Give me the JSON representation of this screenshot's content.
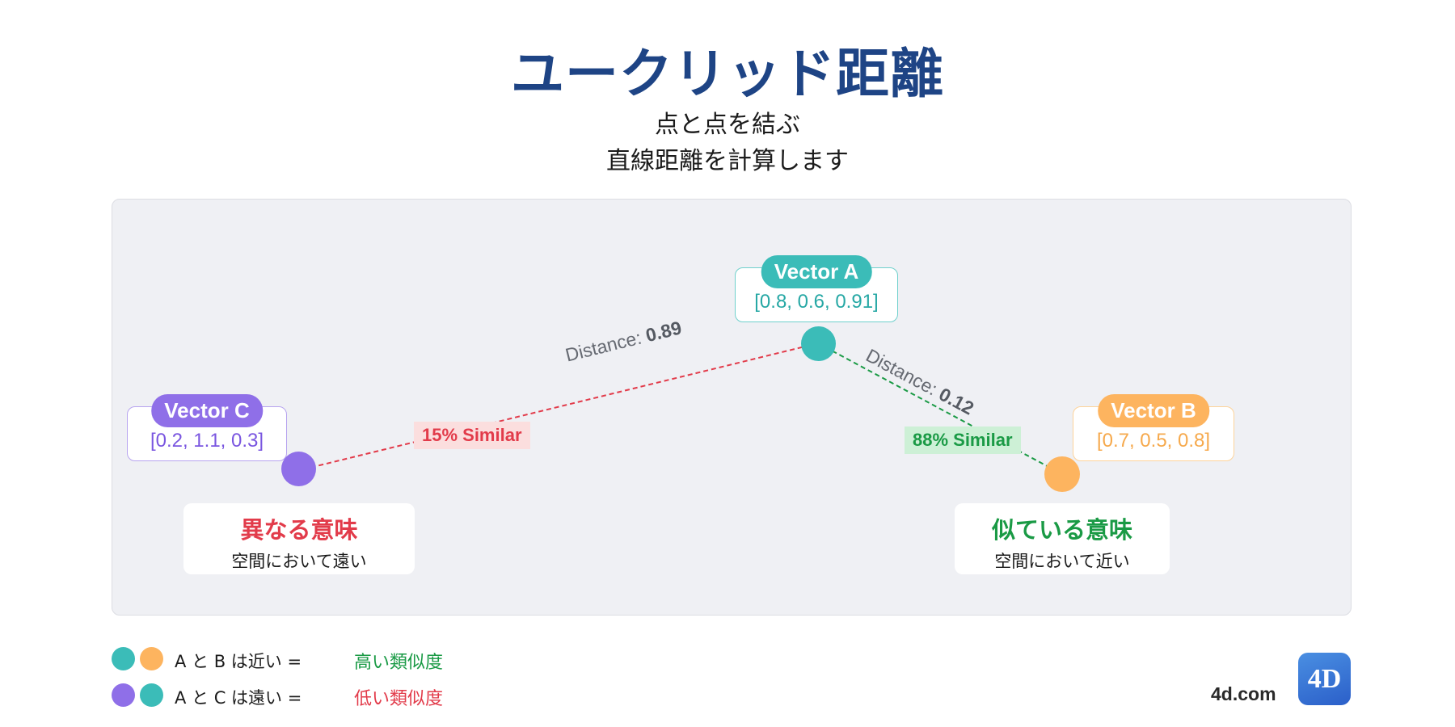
{
  "title": "ユークリッド距離",
  "subtitle": [
    "点と点を結ぶ",
    "直線距離を計算します"
  ],
  "colors": {
    "title": "#1e4485",
    "vector_a": "#3bbcb8",
    "vector_b": "#fdb45f",
    "vector_c": "#8f6fe8",
    "similar_red": "#e23b4a",
    "similar_green": "#1a9a45"
  },
  "vectors": {
    "a": {
      "name": "Vector A",
      "value": "[0.8, 0.6, 0.91]"
    },
    "b": {
      "name": "Vector B",
      "value": "[0.7, 0.5, 0.8]"
    },
    "c": {
      "name": "Vector C",
      "value": "[0.2, 1.1, 0.3]"
    }
  },
  "links": {
    "ac": {
      "distance_label": "Distance:",
      "distance_value": "0.89",
      "similarity": "15% Similar"
    },
    "ab": {
      "distance_label": "Distance:",
      "distance_value": "0.12",
      "similarity": "88% Similar"
    }
  },
  "meanings": {
    "different": {
      "title": "異なる意味",
      "sub": "空間において遠い"
    },
    "similar": {
      "title": "似ている意味",
      "sub": "空間において近い"
    }
  },
  "legend": [
    {
      "text": "A と B は近い =",
      "result": "高い類似度"
    },
    {
      "text": "A と C は遠い =",
      "result": "低い類似度"
    }
  ],
  "brand": {
    "site": "4d.com",
    "logo": "4D"
  }
}
